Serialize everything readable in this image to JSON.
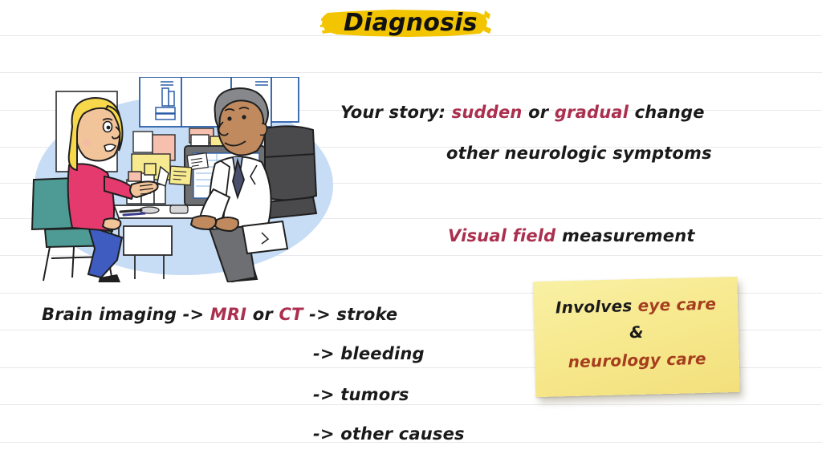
{
  "slide": {
    "title": "Diagnosis",
    "highlight_color": "#f3c500",
    "background_color": "#ffffff",
    "rule_color": "#e9e9ec",
    "rule_positions": [
      44,
      90,
      137,
      183,
      228,
      272,
      318,
      365,
      411,
      458,
      504,
      551
    ]
  },
  "colors": {
    "ink": "#1a1a1a",
    "crimson": "#ab2f4e",
    "brown_red": "#a53e1e",
    "sticky_yellow": "#f7e98f",
    "blob_blue": "#c7dcf5",
    "chair_teal": "#4e9a94",
    "top_pink": "#e53a6d",
    "jeans_blue": "#3f5cc0",
    "chair_dark": "#4a4a4d"
  },
  "body_text": {
    "your_story": {
      "lead": "Your story:",
      "word_sudden": "sudden",
      "conj_or": "or",
      "word_gradual": "gradual",
      "trail": "change"
    },
    "other_symptoms": "other neurologic symptoms",
    "visual_field": {
      "highlighted": "Visual field",
      "trail": "measurement"
    },
    "brain_imaging": {
      "lead": "Brain imaging ->",
      "word_mri": "MRI",
      "conj_or": "or",
      "word_ct": "CT",
      "trail": "-> stroke"
    },
    "causes": [
      "-> bleeding",
      "-> tumors",
      "-> other causes"
    ]
  },
  "sticky_note": {
    "line1_lead": "Involves",
    "line1_highlight": "eye care",
    "line2": "&",
    "line3": "neurology care"
  },
  "illustration": {
    "alt": "Cartoon of a blonde patient seated on a teal chair talking with a doctor in a white coat seated in a dark office chair beside a desk with a computer monitor and sticky notes"
  }
}
